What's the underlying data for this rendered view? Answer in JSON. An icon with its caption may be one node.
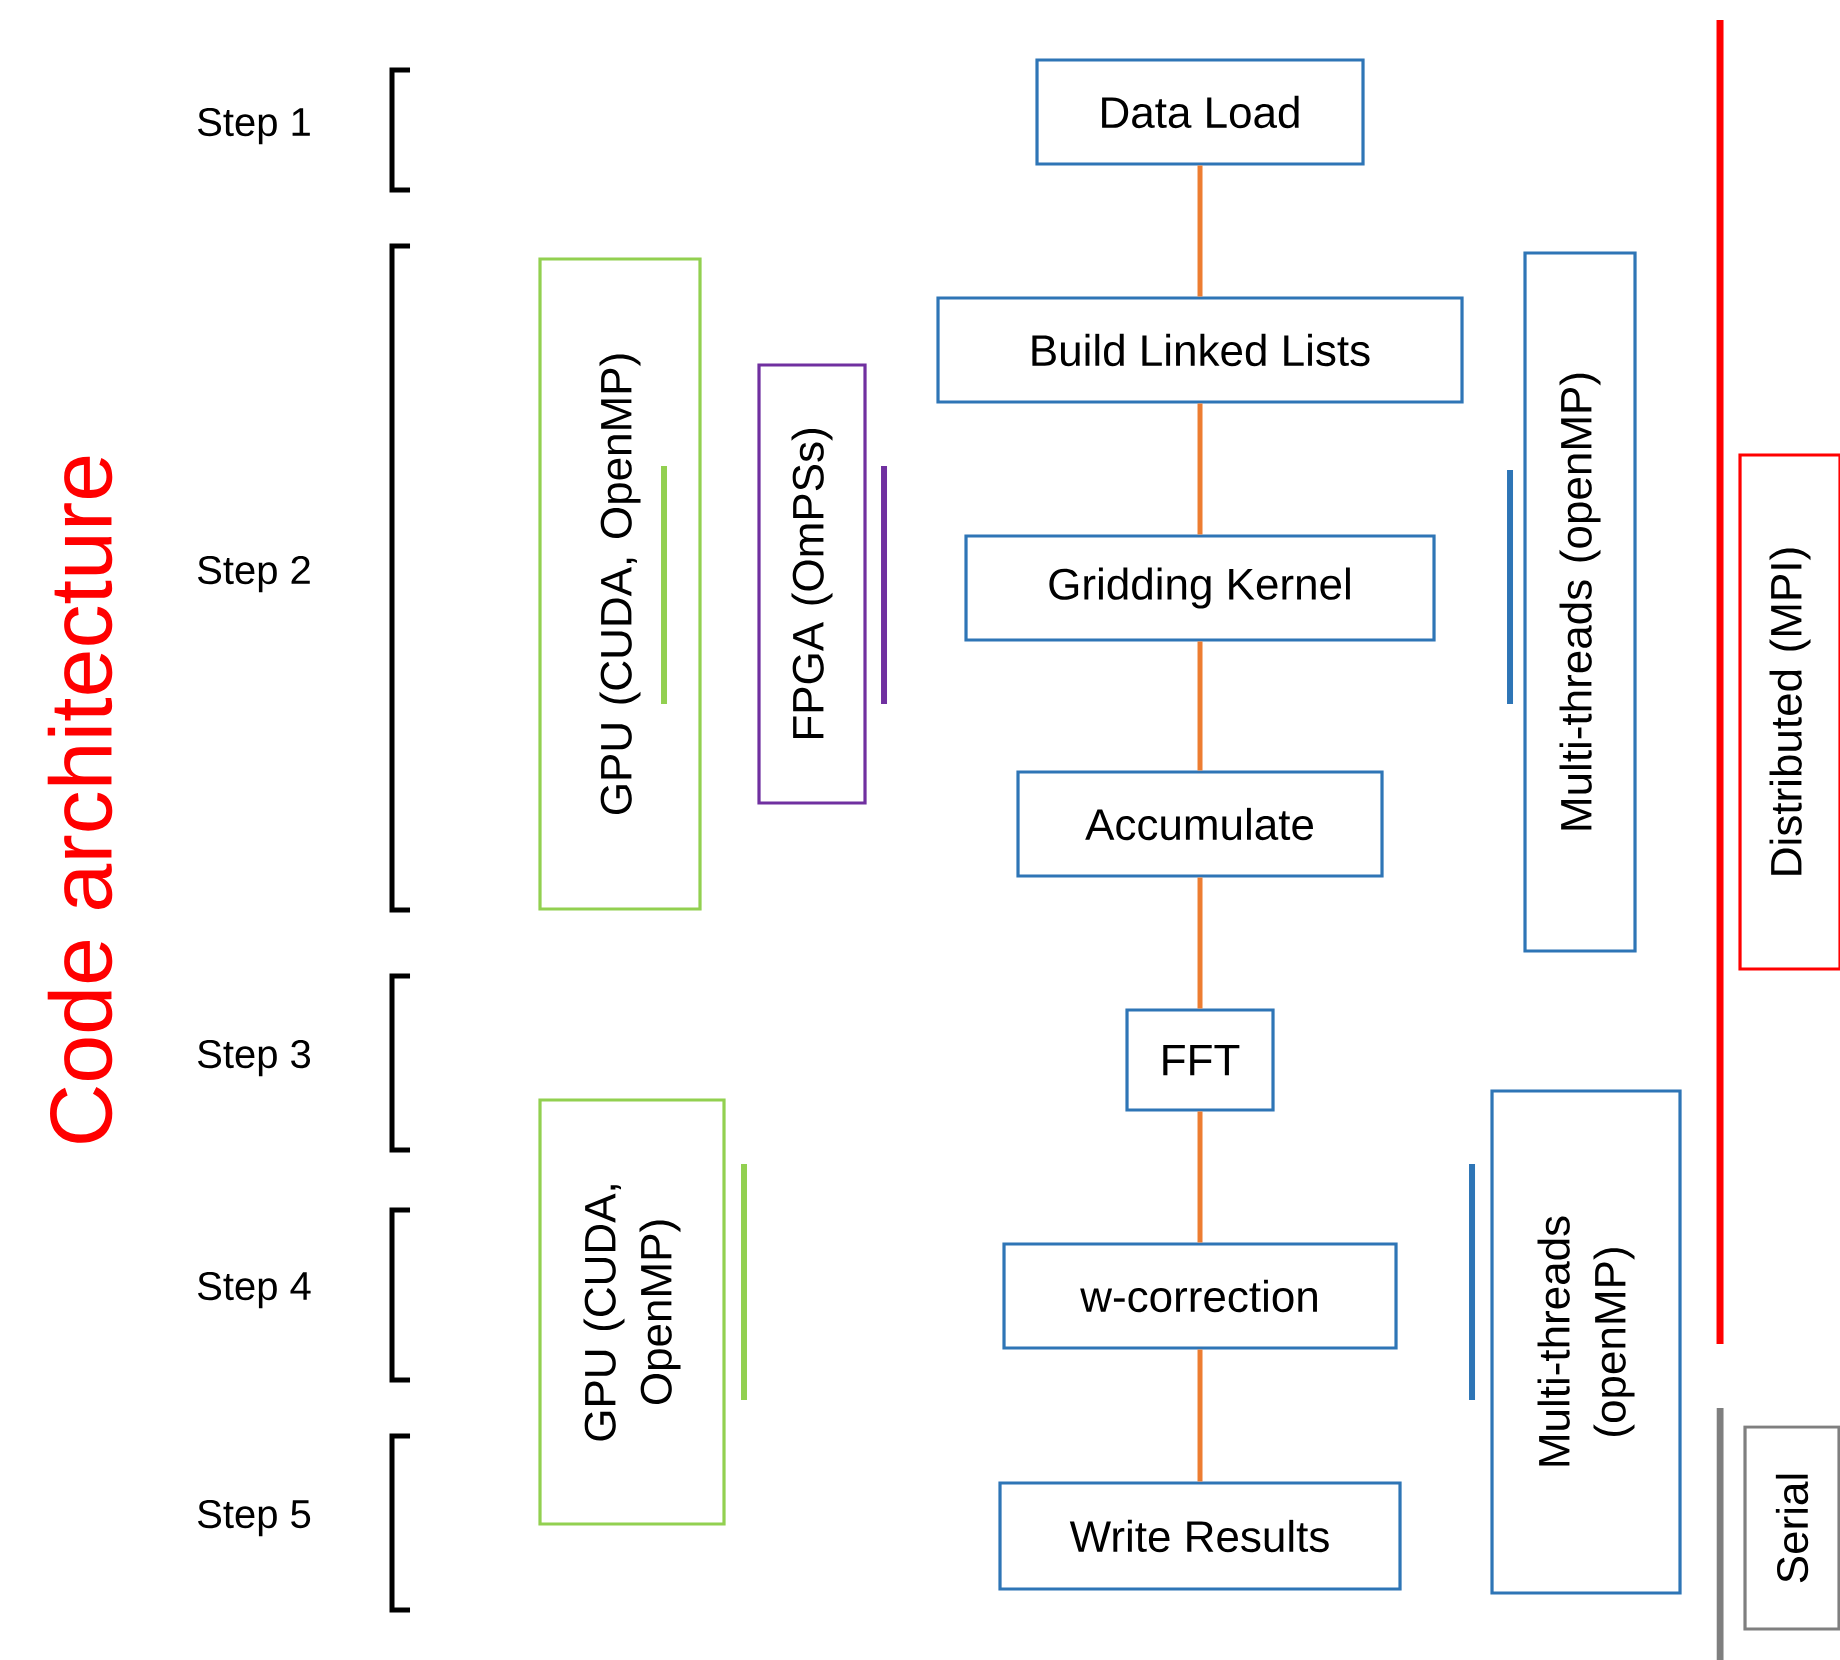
{
  "diagram": {
    "title": "Code architecture",
    "nodes": [
      {
        "text": [
          "Data Load"
        ]
      },
      {
        "text": [
          "Build Linked Lists"
        ]
      },
      {
        "text": [
          "Gridding Kernel"
        ]
      },
      {
        "text": [
          "Accumulate"
        ]
      },
      {
        "text": [
          "FFT"
        ]
      },
      {
        "text": [
          "w-correction"
        ]
      },
      {
        "text": [
          "Write Results"
        ]
      },
      {
        "text": [
          "GPU (CUDA, OpenMP)"
        ]
      },
      {
        "text": [
          "FPGA (OmPSs)"
        ]
      },
      {
        "text": [
          "Multi-threads (openMP)"
        ]
      },
      {
        "text": [
          "Distributed (MPI)"
        ]
      },
      {
        "text": [
          "GPU (CUDA, OpenMP)"
        ]
      },
      {
        "text": [
          "Multi-threads (openMP)"
        ]
      },
      {
        "text": [
          "Serial"
        ]
      }
    ],
    "edges": [
      {
        "from": 0,
        "to": 1,
        "arrow": "none"
      },
      {
        "from": 1,
        "to": 2,
        "arrow": "none"
      },
      {
        "from": 2,
        "to": 3,
        "arrow": "none"
      },
      {
        "from": 3,
        "to": 4,
        "arrow": "none"
      },
      {
        "from": 4,
        "to": 5,
        "arrow": "none"
      },
      {
        "from": 5,
        "to": 6,
        "arrow": "none"
      }
    ],
    "labels": [
      "Step 1",
      "Step 2",
      "Step 3",
      "Step 4",
      "Step 5"
    ]
  }
}
